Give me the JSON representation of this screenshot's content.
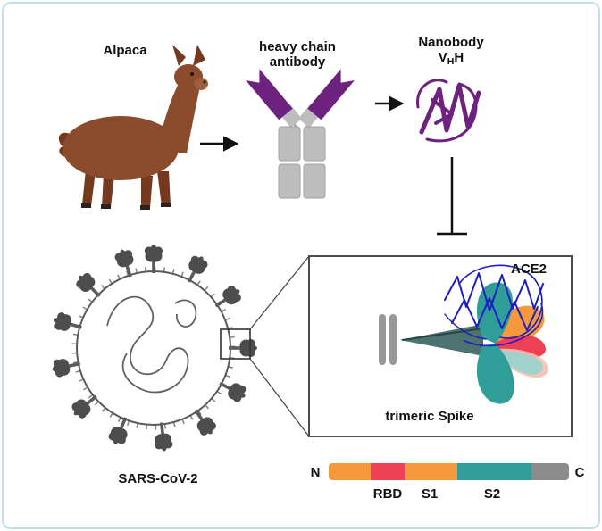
{
  "labels": {
    "alpaca": "Alpaca",
    "antibody_line1": "heavy chain",
    "antibody_line2": "antibody",
    "nanobody_line1": "Nanobody",
    "nanobody_v": "V",
    "nanobody_sub_h": "H",
    "nanobody_h": "H",
    "ace2": "ACE2",
    "trimeric_spike": "trimeric Spike",
    "virus": "SARS-CoV-2",
    "n_terminus": "N",
    "c_terminus": "C",
    "rbd": "RBD",
    "s1": "S1",
    "s2": "S2"
  },
  "colors": {
    "purple": "#6e2280",
    "antibody_gray": "#bdbdbd",
    "teal": "#2f9e99",
    "orange": "#f6993c",
    "red": "#ee4156",
    "ace2_blue": "#1d1dc0",
    "alpaca_brown": "#8a4c2c",
    "bar_end_gray": "#8c8c8c",
    "frame_blue": "#bcdfee"
  }
}
